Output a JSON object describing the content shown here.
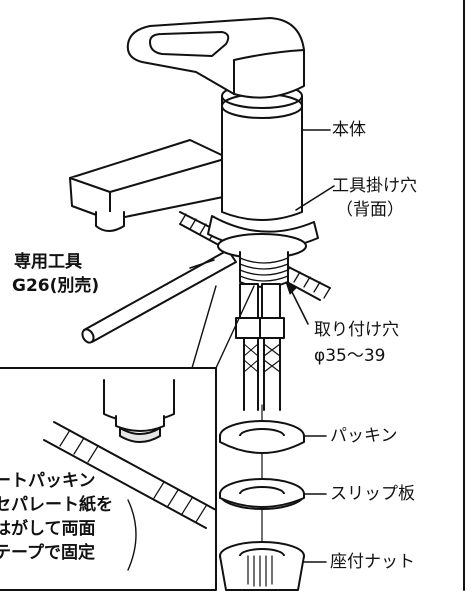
{
  "labels": {
    "body": "本体",
    "tool_hole_line1": "工具掛け穴",
    "tool_hole_line2": "（背面）",
    "tool_line1": "専用工具",
    "tool_line2": "G26(別売)",
    "mount_hole_line1": "取り付け穴",
    "mount_hole_line2": "φ35〜39",
    "packing": "パッキン",
    "slip_plate": "スリップ板",
    "seat_nut": "座付ナット"
  },
  "detail": {
    "line1": "ートパッキン",
    "line2": "セパレート紙を",
    "line3": "はがして両面",
    "line4": "テープで固定"
  },
  "colors": {
    "line": "#111111",
    "fill": "#ffffff",
    "shade": "#e6e6e6"
  }
}
